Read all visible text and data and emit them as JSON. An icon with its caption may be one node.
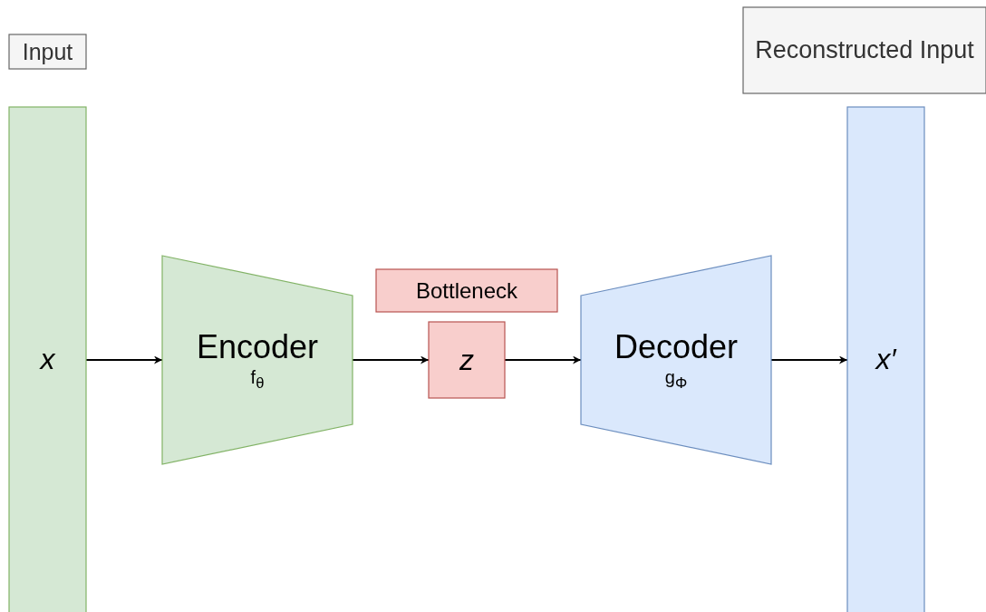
{
  "diagram": {
    "nodes": [
      {
        "text": [
          "Input"
        ]
      },
      {
        "text": [
          "Reconstructed Input"
        ]
      },
      {
        "text": [
          "x"
        ]
      },
      {
        "text": [
          "Encoder",
          "f$_{θ}$"
        ]
      },
      {
        "text": [
          "Bottleneck"
        ]
      },
      {
        "text": [
          "z"
        ]
      },
      {
        "text": [
          "Decoder",
          "g$_{Φ}$"
        ]
      },
      {
        "text": [
          "x′"
        ]
      }
    ],
    "edges": [
      {
        "from": 2,
        "to": 3,
        "arrow": "to"
      },
      {
        "from": 3,
        "to": 5,
        "arrow": "to"
      },
      {
        "from": 5,
        "to": 6,
        "arrow": "to"
      },
      {
        "from": 6,
        "to": 7,
        "arrow": "to"
      }
    ]
  }
}
